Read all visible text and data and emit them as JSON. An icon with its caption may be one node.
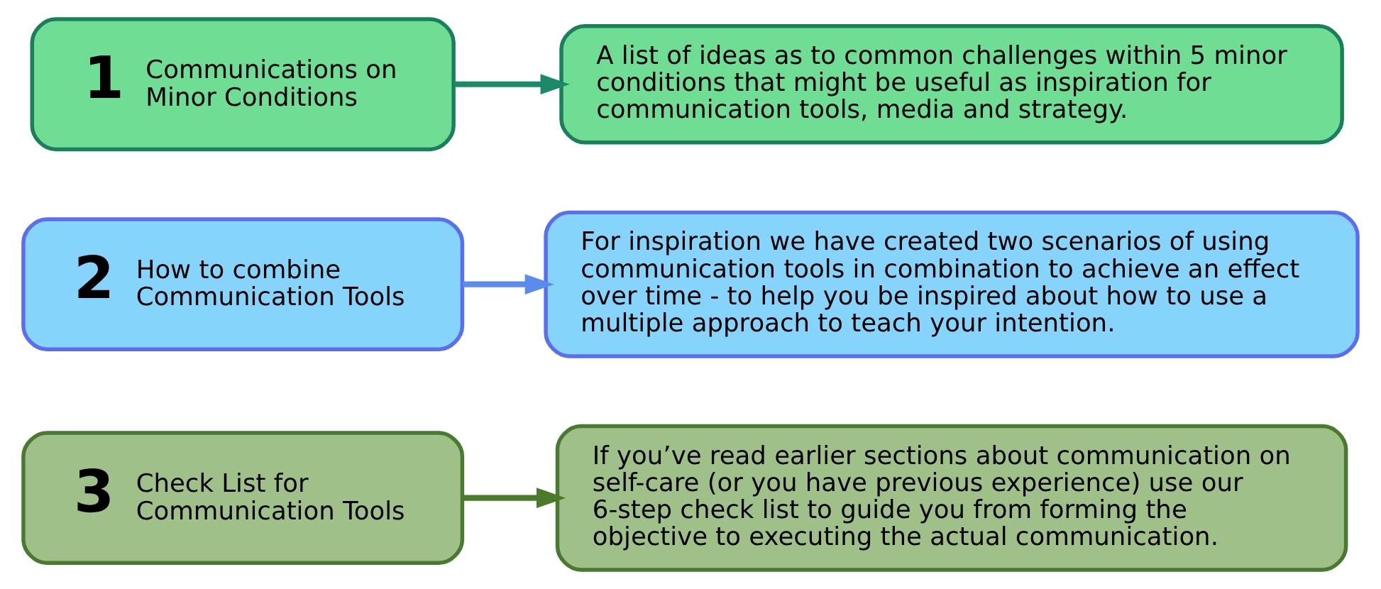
{
  "diagram": {
    "nodes": [
      {
        "text": [
          "1",
          "Communications on Minor Conditions"
        ]
      },
      {
        "text": [
          "A list of ideas as to common challenges within 5 minor conditions that might be useful as inspiration for communication tools, media and strategy."
        ]
      },
      {
        "text": [
          "2",
          "How to combine Communication Tools"
        ]
      },
      {
        "text": [
          "For inspiration we have created two scenarios of using communication tools in combination to achieve an effect over time - to help you be inspired about how to use a multiple approach to teach your intention."
        ]
      },
      {
        "text": [
          "3",
          "Check List for Communication Tools"
        ]
      },
      {
        "text": [
          "If you’ve read earlier sections about communication on self-care (or you have previous experience) use our 6-step check list to guide you from forming the objective to executing the actual communication."
        ]
      }
    ],
    "edges": [
      {
        "from": 0,
        "to": 1,
        "arrow": "to",
        "color": "#1a8a6a"
      },
      {
        "from": 2,
        "to": 3,
        "arrow": "to",
        "color": "#5a8cf0"
      },
      {
        "from": 4,
        "to": 5,
        "arrow": "to",
        "color": "#4a7a2a"
      }
    ]
  }
}
